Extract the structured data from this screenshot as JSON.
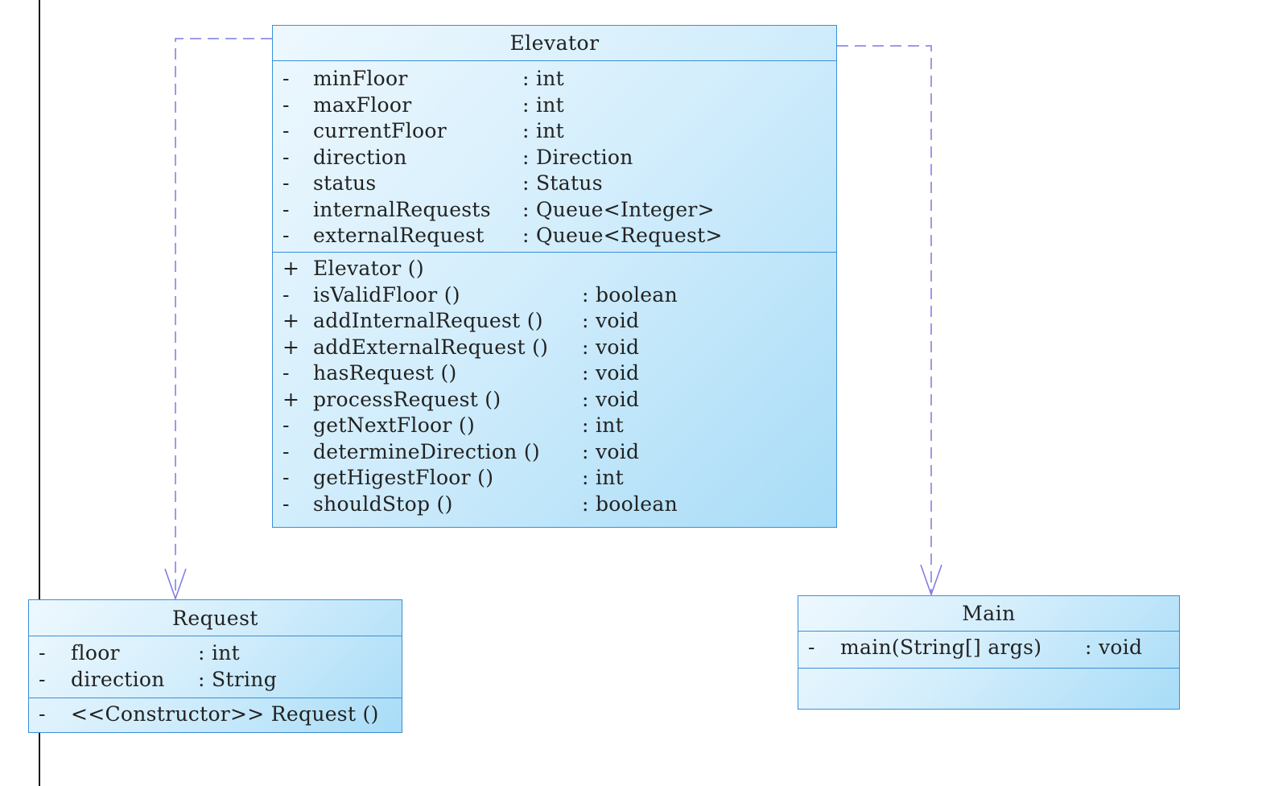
{
  "classes": {
    "elevator": {
      "name": "Elevator",
      "attributes": [
        {
          "vis": "-",
          "name": "minFloor",
          "type": ": int"
        },
        {
          "vis": "-",
          "name": "maxFloor",
          "type": ": int"
        },
        {
          "vis": "-",
          "name": "currentFloor",
          "type": ": int"
        },
        {
          "vis": "-",
          "name": "direction",
          "type": ": Direction"
        },
        {
          "vis": "-",
          "name": "status",
          "type": ": Status"
        },
        {
          "vis": "-",
          "name": "internalRequests",
          "type": ": Queue<Integer>"
        },
        {
          "vis": "-",
          "name": "externalRequest",
          "type": ": Queue<Request>"
        }
      ],
      "operations": [
        {
          "vis": "+",
          "name": "Elevator ()",
          "type": ""
        },
        {
          "vis": "-",
          "name": "isValidFloor ()",
          "type": ": boolean"
        },
        {
          "vis": "+",
          "name": "addInternalRequest ()",
          "type": ": void"
        },
        {
          "vis": "+",
          "name": "addExternalRequest ()",
          "type": ": void"
        },
        {
          "vis": "-",
          "name": "hasRequest ()",
          "type": ": void"
        },
        {
          "vis": "+",
          "name": "processRequest ()",
          "type": ": void"
        },
        {
          "vis": "-",
          "name": "getNextFloor ()",
          "type": ": int"
        },
        {
          "vis": "-",
          "name": "determineDirection ()",
          "type": ": void"
        },
        {
          "vis": "-",
          "name": "getHigestFloor ()",
          "type": ": int"
        },
        {
          "vis": "-",
          "name": "shouldStop ()",
          "type": ": boolean"
        }
      ]
    },
    "request": {
      "name": "Request",
      "attributes": [
        {
          "vis": "-",
          "name": "floor",
          "type": ": int"
        },
        {
          "vis": "-",
          "name": "direction",
          "type": ": String"
        }
      ],
      "operations": [
        {
          "vis": "-",
          "name": "<<Constructor>> Request ()",
          "type": ""
        }
      ]
    },
    "main": {
      "name": "Main",
      "attributes": [
        {
          "vis": "-",
          "name": "main(String[] args)",
          "type": ": void"
        }
      ],
      "operations": []
    }
  },
  "relationships": [
    {
      "from": "Elevator",
      "to": "Request",
      "kind": "dependency"
    },
    {
      "from": "Elevator",
      "to": "Main",
      "kind": "dependency"
    }
  ],
  "colors": {
    "border": "#3a8fd8",
    "connector": "#7b78e6",
    "fill_light": "#eef8fe",
    "fill_dark": "#a8dcf7"
  }
}
